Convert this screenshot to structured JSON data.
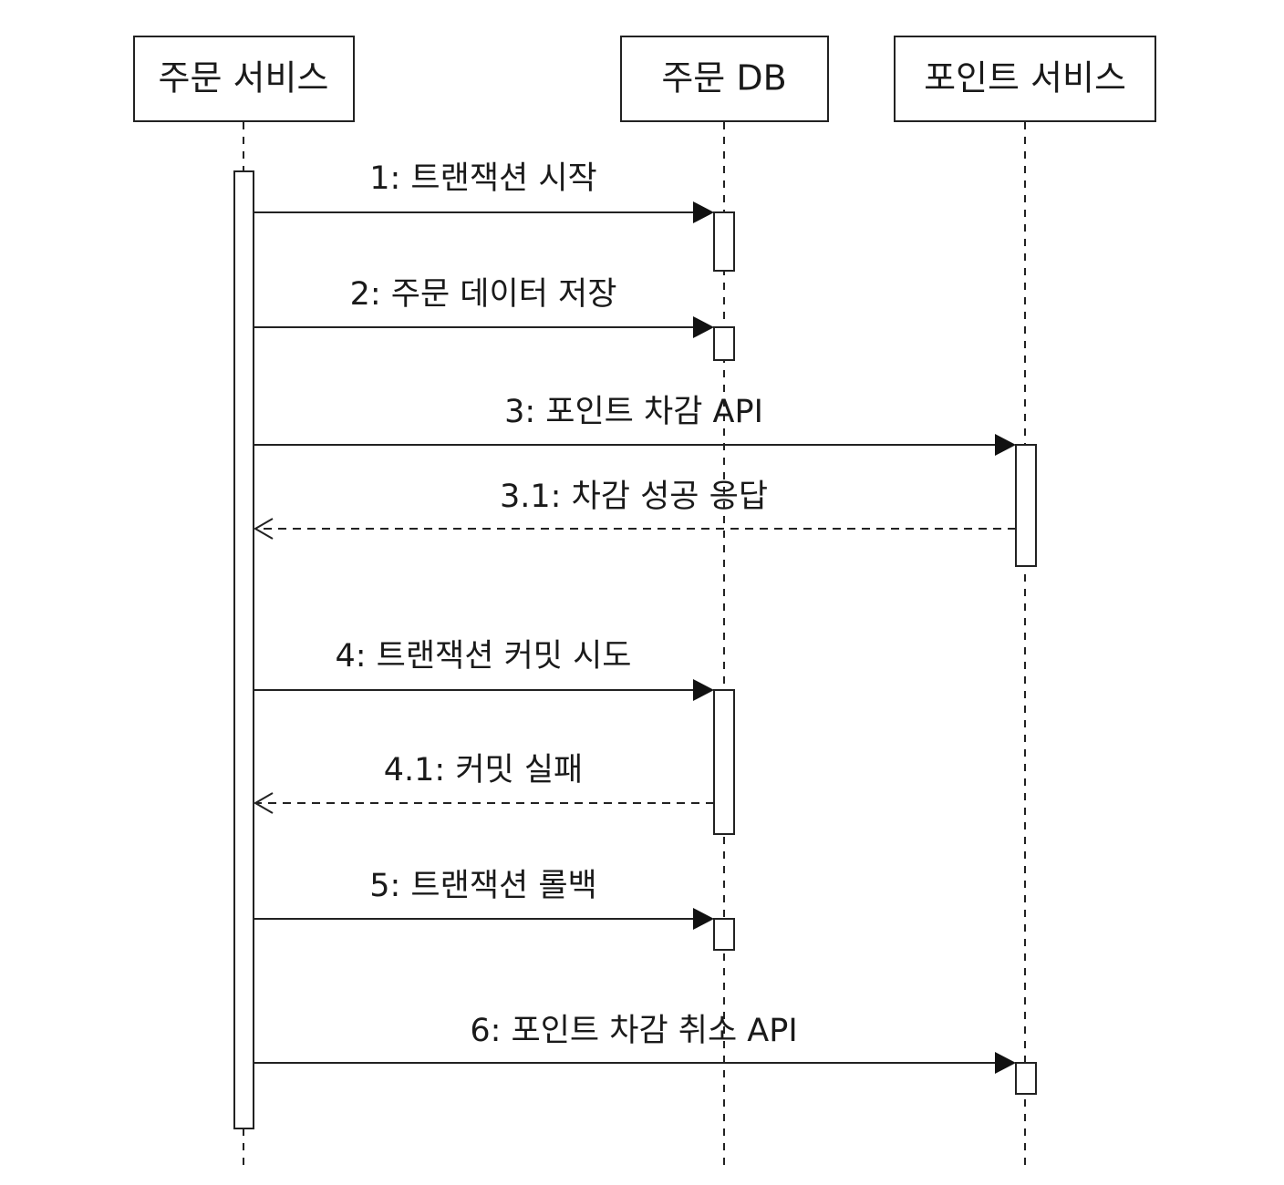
{
  "diagram": {
    "type": "sequence",
    "participants": [
      {
        "id": "order_service",
        "label": "주문 서비스"
      },
      {
        "id": "order_db",
        "label": "주문 DB"
      },
      {
        "id": "point_service",
        "label": "포인트 서비스"
      }
    ],
    "messages": [
      {
        "label": "1: 트랜잭션 시작",
        "from": "order_service",
        "to": "order_db",
        "kind": "sync"
      },
      {
        "label": "2: 주문 데이터 저장",
        "from": "order_service",
        "to": "order_db",
        "kind": "sync"
      },
      {
        "label": "3: 포인트 차감 API",
        "from": "order_service",
        "to": "point_service",
        "kind": "sync"
      },
      {
        "label": "3.1: 차감 성공 응답",
        "from": "point_service",
        "to": "order_service",
        "kind": "reply"
      },
      {
        "label": "4: 트랜잭션 커밋 시도",
        "from": "order_service",
        "to": "order_db",
        "kind": "sync"
      },
      {
        "label": "4.1: 커밋 실패",
        "from": "order_db",
        "to": "order_service",
        "kind": "reply"
      },
      {
        "label": "5: 트랜잭션 롤백",
        "from": "order_service",
        "to": "order_db",
        "kind": "sync"
      },
      {
        "label": "6: 포인트 차감 취소 API",
        "from": "order_service",
        "to": "point_service",
        "kind": "sync"
      }
    ]
  }
}
